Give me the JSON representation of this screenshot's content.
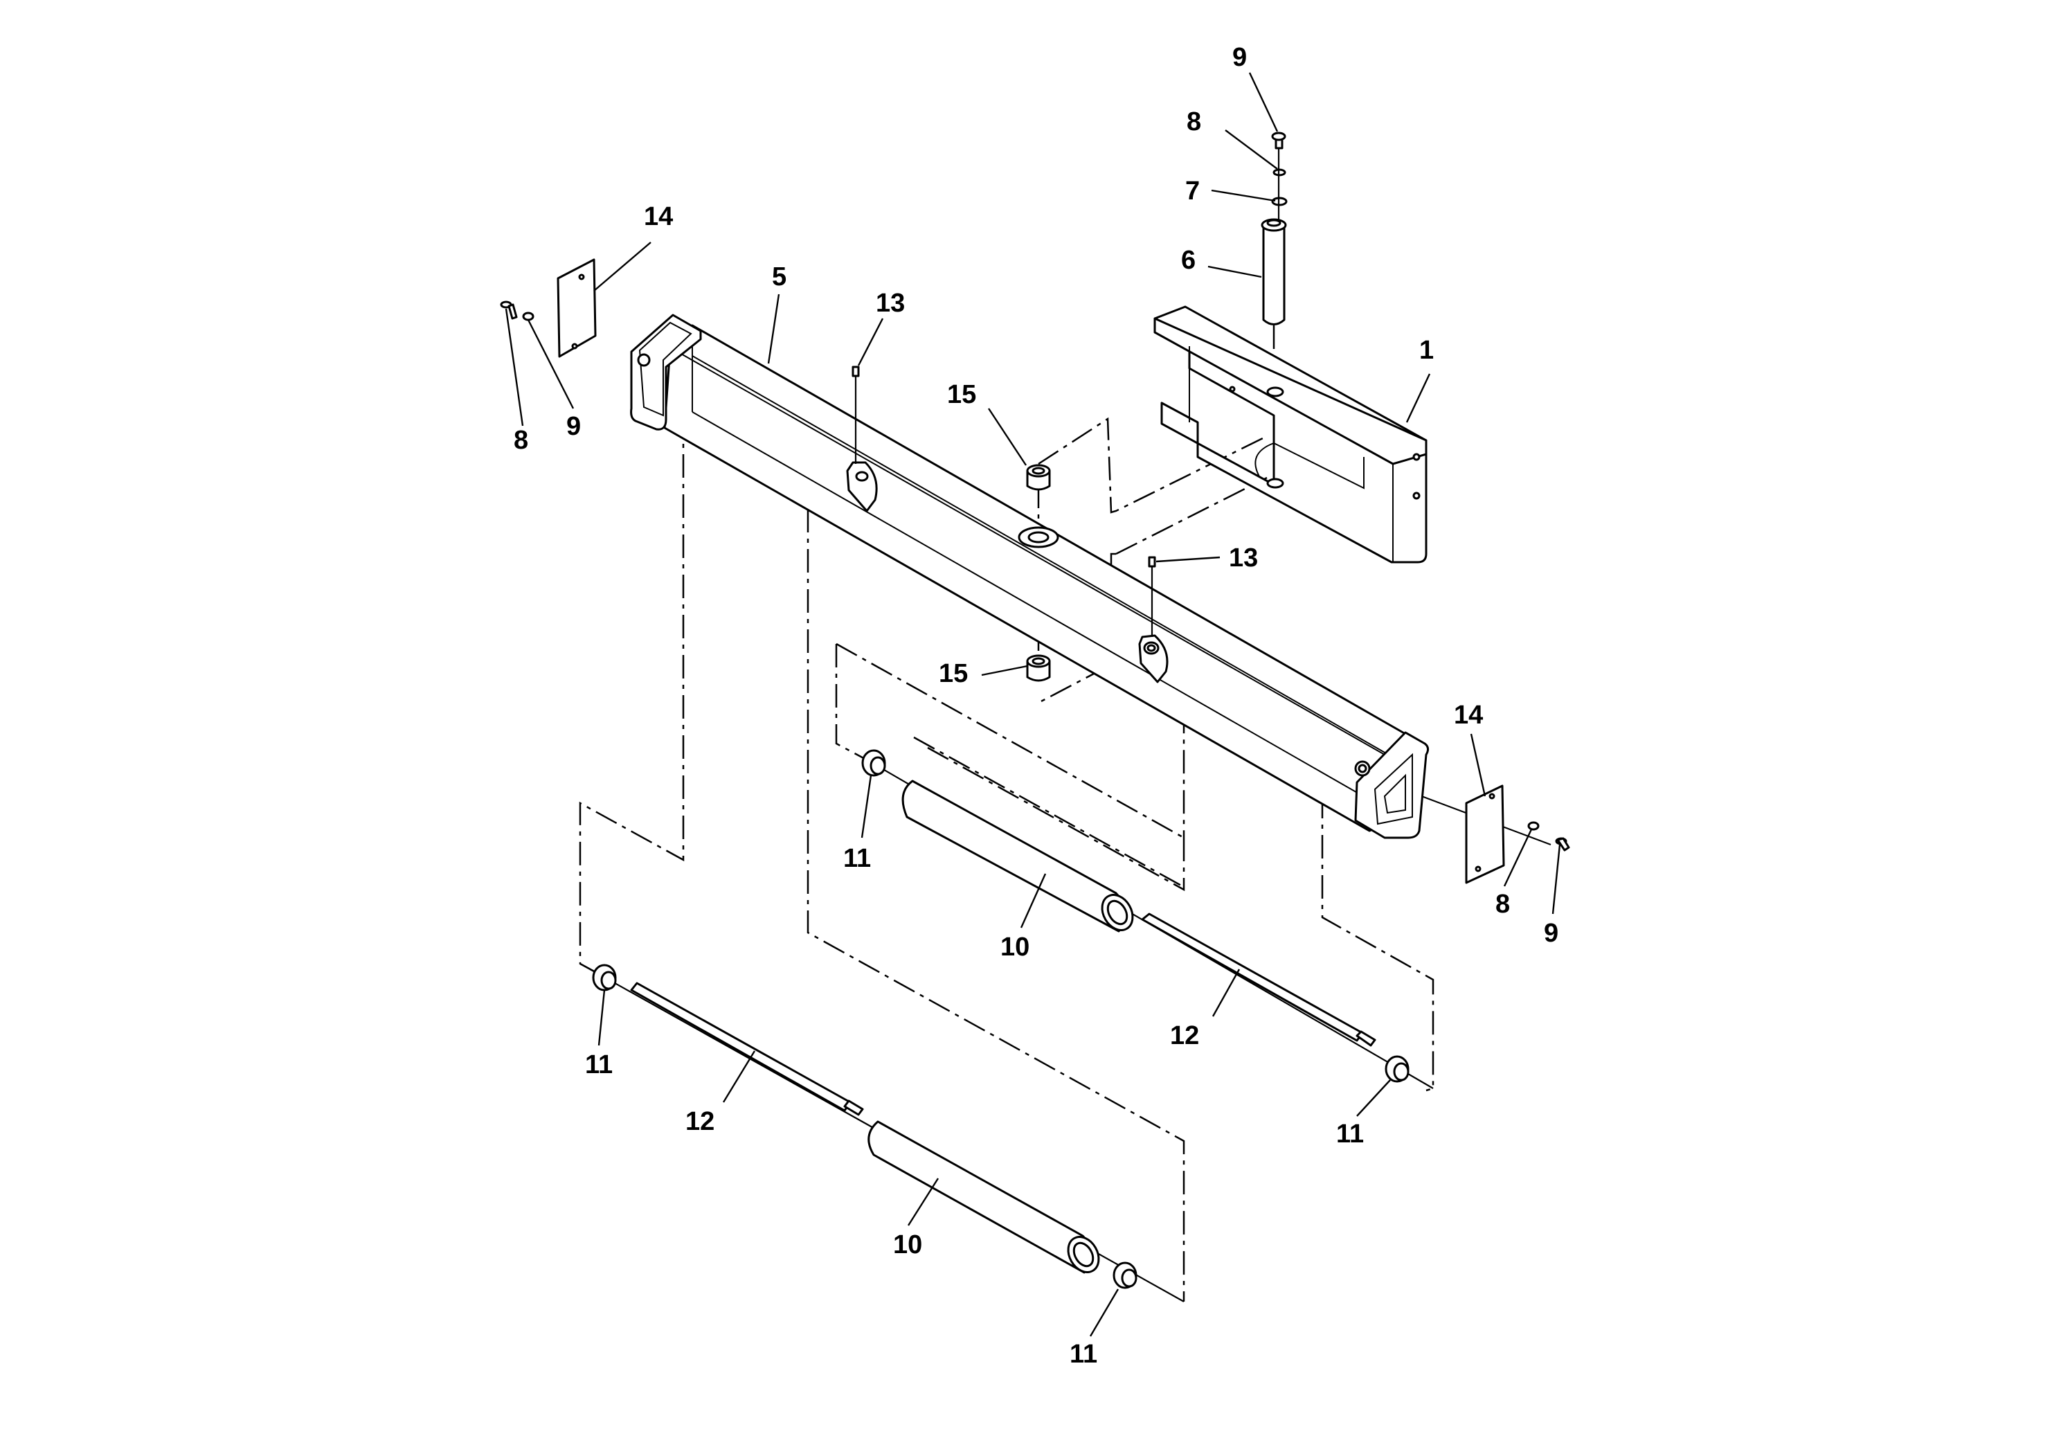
{
  "diagram": {
    "type": "exploded-parts-view",
    "line_color": "#000000",
    "background": "#ffffff"
  },
  "callouts": [
    {
      "id": "c1",
      "text": "9"
    },
    {
      "id": "c2",
      "text": "8"
    },
    {
      "id": "c3",
      "text": "7"
    },
    {
      "id": "c4",
      "text": "6"
    },
    {
      "id": "c5",
      "text": "14"
    },
    {
      "id": "c6",
      "text": "5"
    },
    {
      "id": "c7",
      "text": "13"
    },
    {
      "id": "c8",
      "text": "1"
    },
    {
      "id": "c9",
      "text": "15"
    },
    {
      "id": "c10",
      "text": "8"
    },
    {
      "id": "c11",
      "text": "9"
    },
    {
      "id": "c12",
      "text": "13"
    },
    {
      "id": "c13",
      "text": "15"
    },
    {
      "id": "c14",
      "text": "14"
    },
    {
      "id": "c15",
      "text": "11"
    },
    {
      "id": "c16",
      "text": "10"
    },
    {
      "id": "c17",
      "text": "8"
    },
    {
      "id": "c18",
      "text": "9"
    },
    {
      "id": "c19",
      "text": "12"
    },
    {
      "id": "c20",
      "text": "11"
    },
    {
      "id": "c21",
      "text": "11"
    },
    {
      "id": "c22",
      "text": "12"
    },
    {
      "id": "c23",
      "text": "10"
    },
    {
      "id": "c24",
      "text": "11"
    }
  ]
}
